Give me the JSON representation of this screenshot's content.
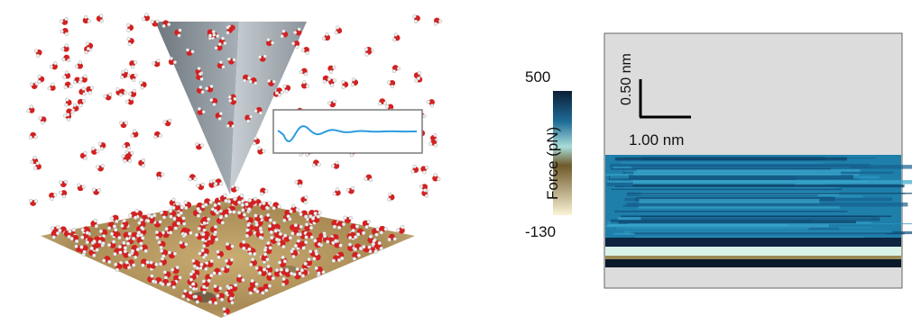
{
  "colors": {
    "tip": "#9aa3aa",
    "oxygen": "#d42020",
    "hydrogen": "#f2f2f2",
    "surface": "#b89a63",
    "inset_curve": "#2d9be0",
    "image_background": "#dcdcdc",
    "force_high": "#0a1f35",
    "force_low": "#f3e6a0"
  },
  "force_colorbar": {
    "title": "Force (pN)",
    "max_label": "500",
    "min_label": "-130"
  },
  "scale_bar": {
    "x_label": "1.00 nm",
    "y_label": "0.50 nm"
  }
}
